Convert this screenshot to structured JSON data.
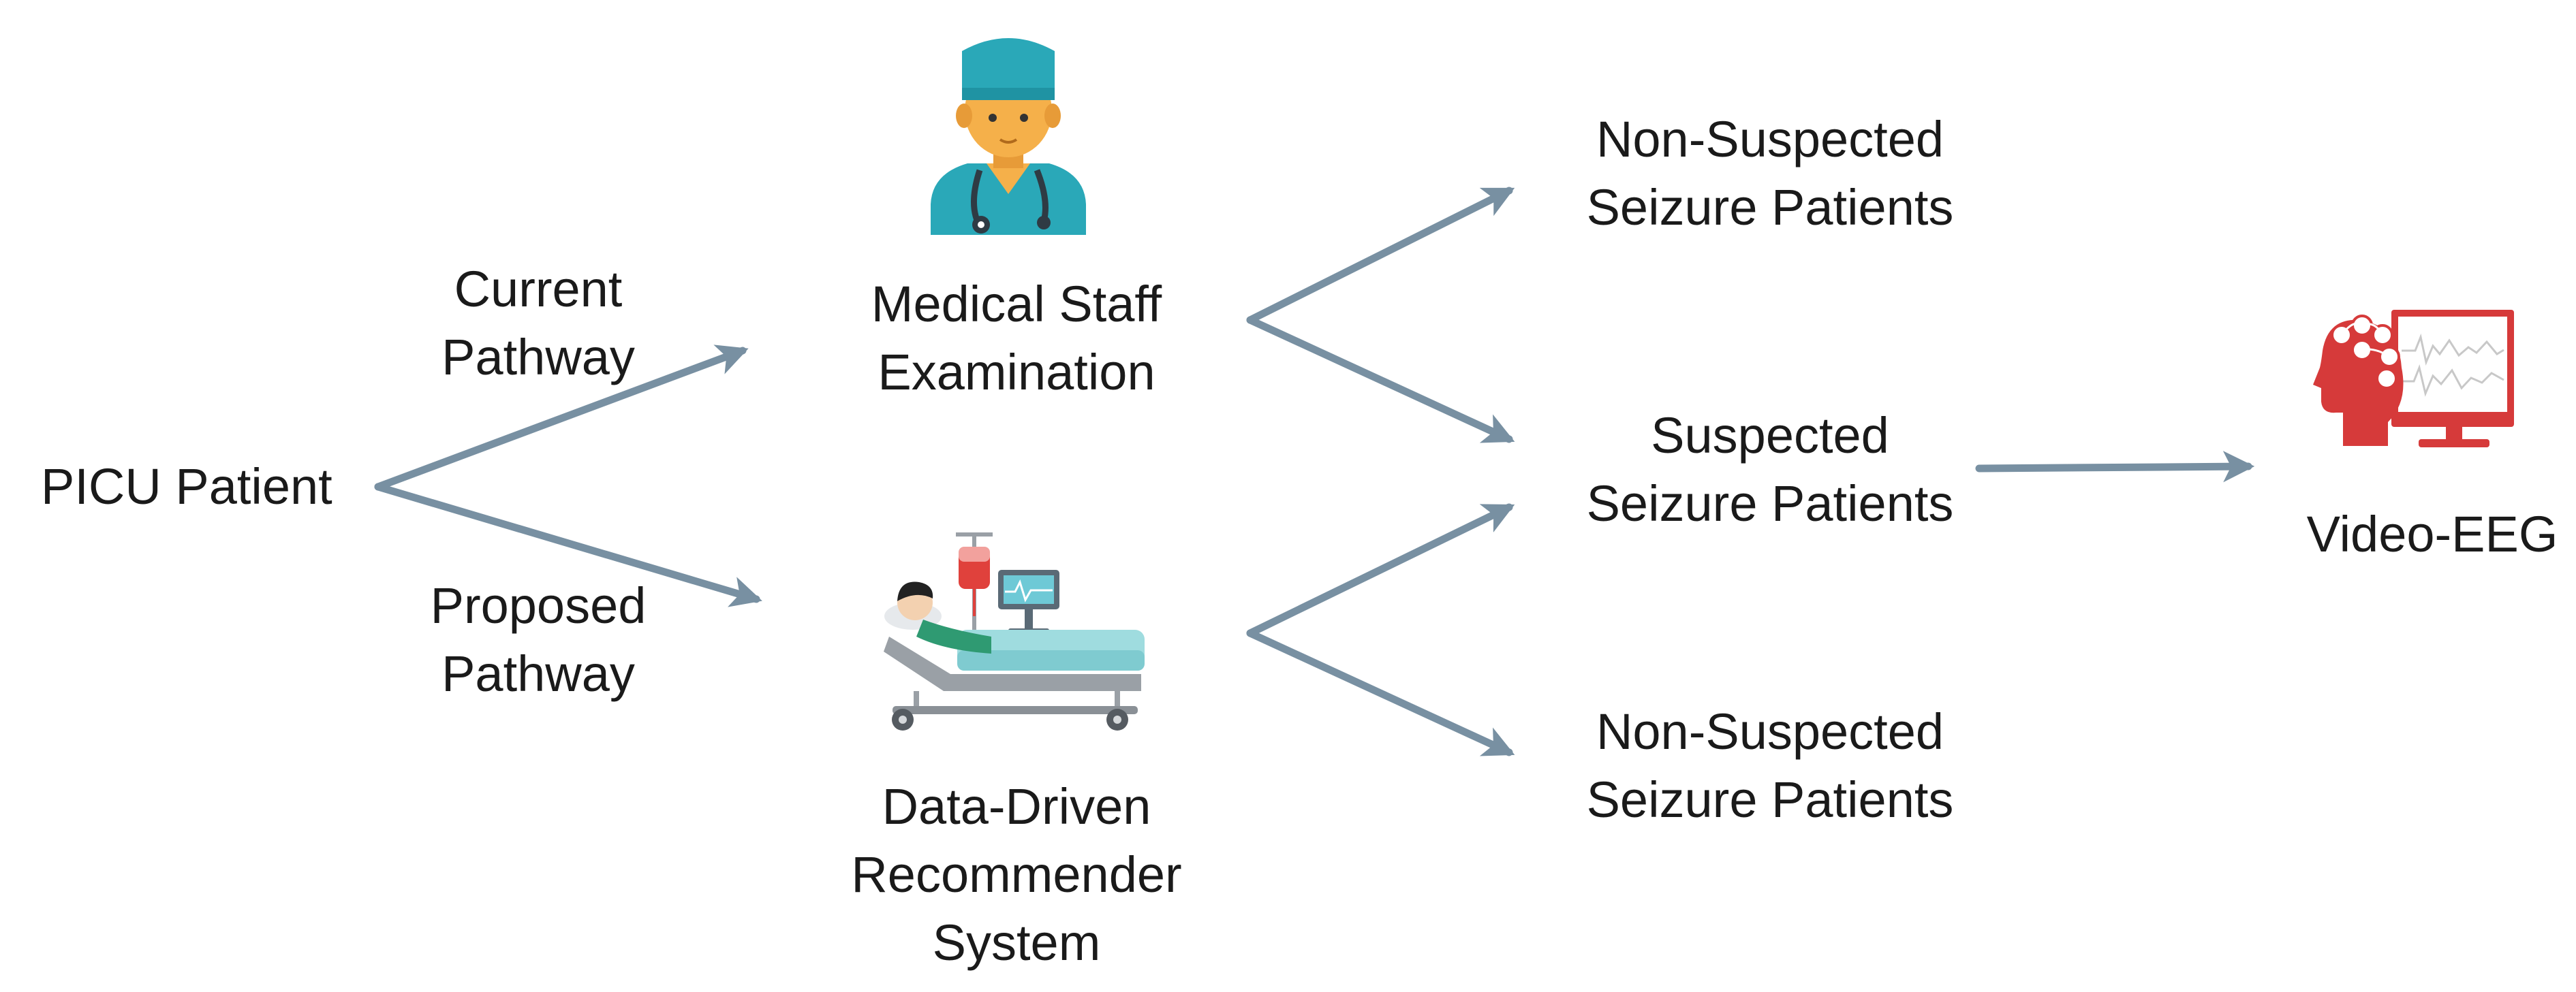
{
  "colors": {
    "arrow": "#7890a2",
    "text": "#1a1a1a",
    "eeg_red": "#d63a3a",
    "doctor_teal": "#2aa8b8",
    "doctor_skin": "#f5b04a"
  },
  "nodes": {
    "picu_patient": "PICU Patient",
    "current_pathway": [
      "Current",
      "Pathway"
    ],
    "proposed_pathway": [
      "Proposed",
      "Pathway"
    ],
    "medical_staff": [
      "Medical Staff",
      "Examination"
    ],
    "recommender": [
      "Data-Driven",
      "Recommender",
      "System"
    ],
    "non_suspected_top": [
      "Non-Suspected",
      "Seizure Patients"
    ],
    "suspected": [
      "Suspected",
      "Seizure Patients"
    ],
    "non_suspected_bottom": [
      "Non-Suspected",
      "Seizure Patients"
    ],
    "video_eeg": "Video-EEG"
  },
  "icons": {
    "doctor": "doctor-icon",
    "patient_bed": "hospital-bed-patient-icon",
    "eeg": "eeg-monitor-icon"
  },
  "edges": [
    {
      "from": "PICU Patient",
      "to": "Medical Staff Examination",
      "label": "Current Pathway"
    },
    {
      "from": "PICU Patient",
      "to": "Data-Driven Recommender System",
      "label": "Proposed Pathway"
    },
    {
      "from": "Medical Staff Examination",
      "to": "Non-Suspected Seizure Patients"
    },
    {
      "from": "Medical Staff Examination",
      "to": "Suspected Seizure Patients"
    },
    {
      "from": "Data-Driven Recommender System",
      "to": "Suspected Seizure Patients"
    },
    {
      "from": "Data-Driven Recommender System",
      "to": "Non-Suspected Seizure Patients"
    },
    {
      "from": "Suspected Seizure Patients",
      "to": "Video-EEG"
    }
  ]
}
